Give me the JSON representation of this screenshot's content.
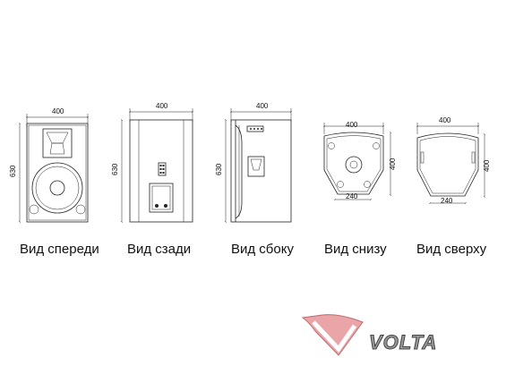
{
  "views": [
    {
      "id": "front",
      "caption": "Вид спереди",
      "width_label": "400",
      "height_label": "630"
    },
    {
      "id": "back",
      "caption": "Вид сзади",
      "width_label": "400",
      "height_label": "630"
    },
    {
      "id": "side",
      "caption": "Вид сбоку",
      "width_label": "400",
      "height_label": "630"
    },
    {
      "id": "bottom",
      "caption": "Вид снизу",
      "width_label": "400",
      "depth_label": "400",
      "inner_label": "240"
    },
    {
      "id": "top",
      "caption": "Вид сверху",
      "width_label": "400",
      "depth_label": "400",
      "inner_label": "240"
    }
  ],
  "logo": {
    "text": "VOLTA",
    "colors": {
      "mark": "#e9a5a8",
      "text": "#9a9a9a"
    }
  }
}
